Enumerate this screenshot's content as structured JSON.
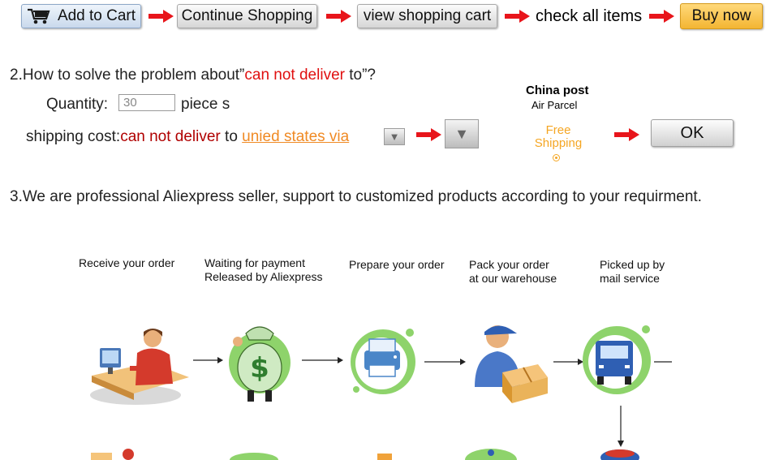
{
  "flow": {
    "add_to_cart": "Add to Cart",
    "continue_shopping": "Continue Shopping",
    "view_cart": "view shopping cart",
    "check_items": "check all items",
    "buy_now": "Buy now"
  },
  "section2": {
    "question_prefix": "2.How to solve the problem about”",
    "question_highlight": "can not deliver",
    "question_suffix": " to”?",
    "quantity_label": "Quantity:",
    "quantity_value": "30",
    "quantity_unit": "piece s",
    "shipping_label": "shipping cost:",
    "shipping_status": "can not deliver",
    "shipping_to": " to ",
    "shipping_link": "unied states via",
    "carrier_name": "China post",
    "carrier_service": "Air Parcel",
    "free_shipping_line1": "Free",
    "free_shipping_line2": "Shipping",
    "ok_label": "OK"
  },
  "section3": {
    "text": "3.We are professional Aliexpress seller, support to customized products according to your requirment."
  },
  "process": {
    "steps": [
      {
        "line1": "Receive your order",
        "line2": ""
      },
      {
        "line1": "Waiting for payment",
        "line2": "Released by Aliexpress"
      },
      {
        "line1": "Prepare your order",
        "line2": ""
      },
      {
        "line1": "Pack your order",
        "line2": "at our warehouse"
      },
      {
        "line1": "Picked up by",
        "line2": "mail service"
      }
    ]
  },
  "colors": {
    "arrow_red": "#e8151b",
    "alert_red": "#e01010",
    "link_orange": "#f08a24",
    "buy_now_gold": "#f3b533",
    "icon_green": "#8ed36b"
  }
}
